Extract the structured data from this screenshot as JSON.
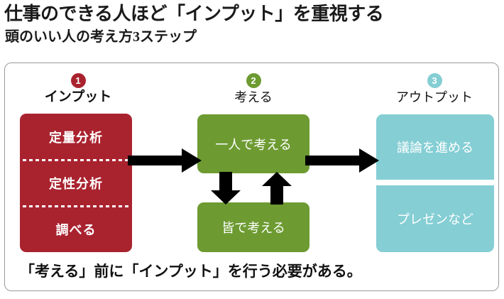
{
  "heading": {
    "title": "仕事のできる人ほど「インプット」を重視する",
    "subtitle": "頭のいい人の考え方3ステップ"
  },
  "colors": {
    "step1": "#a9232f",
    "step2": "#6d9b32",
    "step3": "#84ced4",
    "arrow": "#000000",
    "frame_border": "#9a9a9a",
    "text": "#111111",
    "box_text": "#ffffff"
  },
  "steps": [
    {
      "number": "1",
      "label": "インプット",
      "color": "#a9232f",
      "items": [
        "定量分析",
        "定性分析",
        "調べる"
      ]
    },
    {
      "number": "2",
      "label": "考える",
      "color": "#6d9b32",
      "items": [
        "一人で考える",
        "皆で考える"
      ]
    },
    {
      "number": "3",
      "label": "アウトプット",
      "color": "#84ced4",
      "items": [
        "議論を進める",
        "プレゼンなど"
      ]
    }
  ],
  "arrows": [
    {
      "name": "input-to-think",
      "direction": "right"
    },
    {
      "name": "think-to-output",
      "direction": "right"
    },
    {
      "name": "alone-to-group",
      "direction": "down"
    },
    {
      "name": "group-to-alone",
      "direction": "up"
    }
  ],
  "footer": {
    "note": "「考える」前に「インプット」を行う必要がある。"
  }
}
